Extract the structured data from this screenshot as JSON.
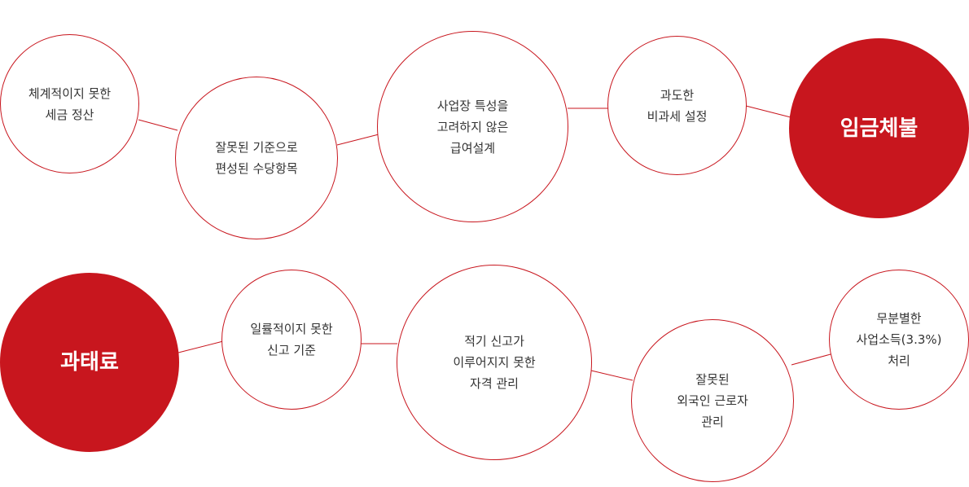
{
  "diagram": {
    "accent_color": "#c8161e",
    "row1": {
      "nodes": [
        {
          "lines": [
            "체계적이지 못한",
            "세금 정산"
          ]
        },
        {
          "lines": [
            "잘못된 기준으로",
            "편성된 수당항목"
          ]
        },
        {
          "lines": [
            "사업장 특성을",
            "고려하지 않은",
            "급여설계"
          ]
        },
        {
          "lines": [
            "과도한",
            "비과세 설정"
          ]
        },
        {
          "lines": [
            "임금체불"
          ]
        }
      ]
    },
    "row2": {
      "nodes": [
        {
          "lines": [
            "과태료"
          ]
        },
        {
          "lines": [
            "일률적이지 못한",
            "신고 기준"
          ]
        },
        {
          "lines": [
            "적기 신고가",
            "이루어지지 못한",
            "자격 관리"
          ]
        },
        {
          "lines": [
            "잘못된",
            "외국인 근로자",
            "관리"
          ]
        },
        {
          "lines": [
            "무분별한",
            "사업소득(3.3%)",
            "처리"
          ]
        }
      ]
    }
  }
}
